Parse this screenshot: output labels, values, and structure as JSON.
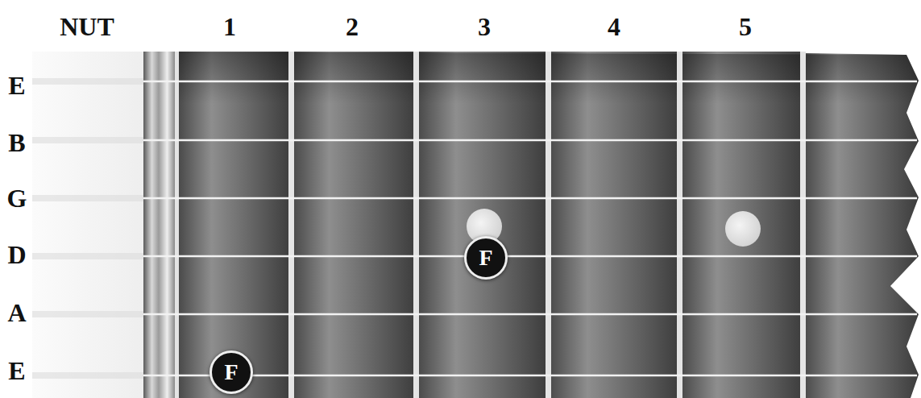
{
  "diagram": {
    "nodes": [
      {
        "text": [
          "F"
        ]
      },
      {
        "text": [
          "F"
        ]
      }
    ],
    "labels": [
      "NUT",
      "1",
      "2",
      "3",
      "4",
      "5",
      "E",
      "B",
      "G",
      "D",
      "A",
      "E"
    ]
  }
}
